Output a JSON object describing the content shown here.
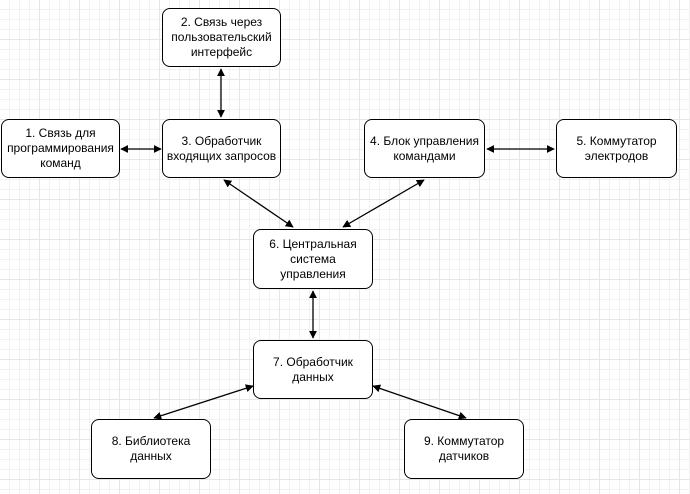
{
  "nodes": [
    {
      "id": "n1",
      "label": "1. Связь для\nпрограммирования\nкоманд"
    },
    {
      "id": "n2",
      "label": "2. Связь через\nпользовательский\nинтерфейс"
    },
    {
      "id": "n3",
      "label": "3. Обработчик\nвходящих запросов"
    },
    {
      "id": "n4",
      "label": "4. Блок управления\nкомандами"
    },
    {
      "id": "n5",
      "label": "5. Коммутатор\nэлектродов"
    },
    {
      "id": "n6",
      "label": "6. Центральная\nсистема управления"
    },
    {
      "id": "n7",
      "label": "7. Обработчик\nданных"
    },
    {
      "id": "n8",
      "label": "8. Библиотека\nданных"
    },
    {
      "id": "n9",
      "label": "9. Коммутатор\nдатчиков"
    }
  ],
  "edges": [
    {
      "from": "n1",
      "to": "n3",
      "direction": "both"
    },
    {
      "from": "n2",
      "to": "n3",
      "direction": "both"
    },
    {
      "from": "n4",
      "to": "n5",
      "direction": "both"
    },
    {
      "from": "n3",
      "to": "n6",
      "direction": "both"
    },
    {
      "from": "n4",
      "to": "n6",
      "direction": "both"
    },
    {
      "from": "n6",
      "to": "n7",
      "direction": "both"
    },
    {
      "from": "n7",
      "to": "n8",
      "direction": "both"
    },
    {
      "from": "n7",
      "to": "n9",
      "direction": "both"
    }
  ]
}
